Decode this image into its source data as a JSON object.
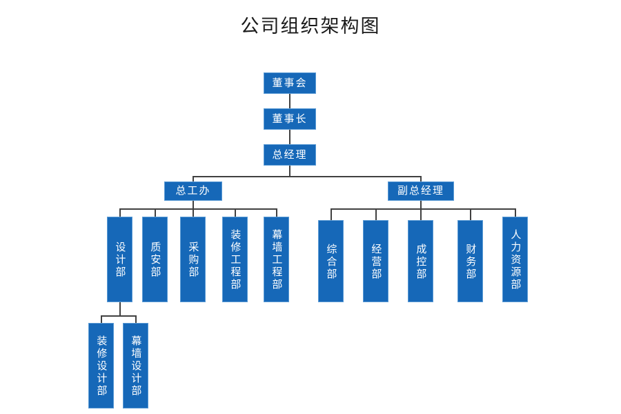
{
  "title": "公司组织架构图",
  "theme": {
    "node_fill": "#1668b8",
    "node_border": "#5b9bd5",
    "node_text": "#ffffff",
    "connector": "#404040",
    "background": "#ffffff",
    "title_color": "#1a1a1a"
  },
  "nodes": {
    "board": "董事会",
    "chairman": "董事长",
    "general_manager": "总经理",
    "chief_engineer_office": "总工办",
    "deputy_general_manager": "副总经理"
  },
  "engineering_departments": [
    {
      "label": "设计部"
    },
    {
      "label": "质安部"
    },
    {
      "label": "采购部"
    },
    {
      "label": "装修工程部"
    },
    {
      "label": "幕墙工程部"
    }
  ],
  "administrative_departments": [
    {
      "label": "综合部"
    },
    {
      "label": "经营部"
    },
    {
      "label": "成控部"
    },
    {
      "label": "财务部"
    },
    {
      "label": "人力资源部"
    }
  ],
  "design_sub_departments": [
    {
      "label": "装修设计部"
    },
    {
      "label": "幕墙设计部"
    }
  ],
  "chart_data": {
    "type": "diagram",
    "title": "公司组织架构图",
    "orientation": "top-down",
    "levels": [
      {
        "level": 1,
        "items": [
          "董事会"
        ]
      },
      {
        "level": 2,
        "items": [
          "董事长"
        ]
      },
      {
        "level": 3,
        "items": [
          "总经理"
        ]
      },
      {
        "level": 4,
        "items": [
          "总工办",
          "副总经理"
        ]
      },
      {
        "level": 5,
        "items": [
          "设计部",
          "质安部",
          "采购部",
          "装修工程部",
          "幕墙工程部",
          "综合部",
          "经营部",
          "成控部",
          "财务部",
          "人力资源部"
        ]
      },
      {
        "level": 6,
        "items": [
          "装修设计部",
          "幕墙设计部"
        ]
      }
    ],
    "edges": [
      {
        "from": "董事会",
        "to": "董事长"
      },
      {
        "from": "董事长",
        "to": "总经理"
      },
      {
        "from": "总经理",
        "to": "总工办"
      },
      {
        "from": "总经理",
        "to": "副总经理"
      },
      {
        "from": "总工办",
        "to": "设计部"
      },
      {
        "from": "总工办",
        "to": "质安部"
      },
      {
        "from": "总工办",
        "to": "采购部"
      },
      {
        "from": "总工办",
        "to": "装修工程部"
      },
      {
        "from": "总工办",
        "to": "幕墙工程部"
      },
      {
        "from": "副总经理",
        "to": "综合部"
      },
      {
        "from": "副总经理",
        "to": "经营部"
      },
      {
        "from": "副总经理",
        "to": "成控部"
      },
      {
        "from": "副总经理",
        "to": "财务部"
      },
      {
        "from": "副总经理",
        "to": "人力资源部"
      },
      {
        "from": "设计部",
        "to": "装修设计部"
      },
      {
        "from": "设计部",
        "to": "幕墙设计部"
      }
    ]
  }
}
